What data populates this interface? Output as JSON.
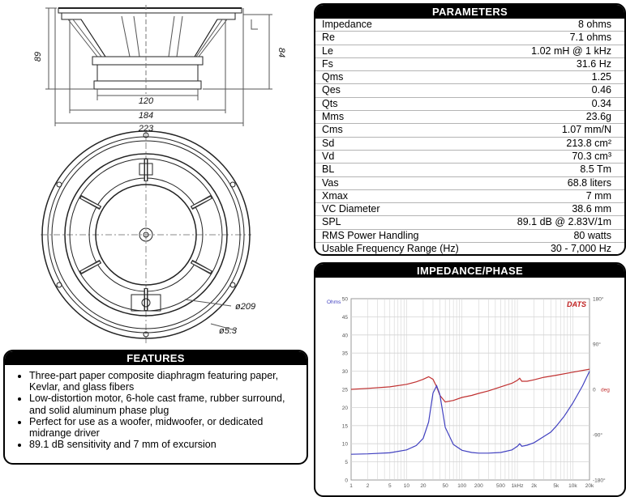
{
  "drawing": {
    "dims": {
      "d89": "89",
      "d84": "84",
      "d120": "120",
      "d184": "184",
      "d223": "223",
      "d209": "ø209",
      "d53": "ø5.3"
    }
  },
  "parameters": {
    "title": "PARAMETERS",
    "rows": [
      {
        "label": "Impedance",
        "value": "8 ohms"
      },
      {
        "label": "Re",
        "value": "7.1 ohms"
      },
      {
        "label": "Le",
        "value": "1.02 mH @ 1 kHz"
      },
      {
        "label": "Fs",
        "value": "31.6 Hz"
      },
      {
        "label": "Qms",
        "value": "1.25"
      },
      {
        "label": "Qes",
        "value": "0.46"
      },
      {
        "label": "Qts",
        "value": "0.34"
      },
      {
        "label": "Mms",
        "value": "23.6g"
      },
      {
        "label": "Cms",
        "value": "1.07 mm/N"
      },
      {
        "label": "Sd",
        "value": "213.8 cm²"
      },
      {
        "label": "Vd",
        "value": "70.3 cm³"
      },
      {
        "label": "BL",
        "value": "8.5 Tm"
      },
      {
        "label": "Vas",
        "value": "68.8 liters"
      },
      {
        "label": "Xmax",
        "value": "7 mm"
      },
      {
        "label": "VC Diameter",
        "value": "38.6 mm"
      },
      {
        "label": "SPL",
        "value": "89.1 dB @ 2.83V/1m"
      },
      {
        "label": "RMS Power Handling",
        "value": "80 watts"
      },
      {
        "label": "Usable Frequency Range (Hz)",
        "value": "30 - 7,000 Hz"
      }
    ]
  },
  "impedance": {
    "title": "IMPEDANCE/PHASE",
    "left_unit": "Ohms",
    "right_unit": "deg",
    "brand": "DATS",
    "left_ticks": [
      "50",
      "45",
      "40",
      "35",
      "30",
      "25",
      "20",
      "15",
      "10",
      "5",
      "0"
    ],
    "right_ticks": [
      "180°",
      "90°",
      "0",
      "-90°",
      "-180°"
    ],
    "x_ticks": [
      "1",
      "2",
      "5",
      "10",
      "20",
      "50",
      "100",
      "200",
      "500",
      "1kHz",
      "2k",
      "5k",
      "10k",
      "20k"
    ],
    "colors": {
      "impedance": "#4040c0",
      "phase": "#c03030",
      "grid": "#d4d4d4"
    }
  },
  "chart_data": {
    "type": "line",
    "title": "IMPEDANCE/PHASE",
    "x_scale": "log",
    "xlim": [
      1,
      20000
    ],
    "ylim": [
      0,
      50
    ],
    "y2lim": [
      -180,
      180
    ],
    "series": [
      {
        "name": "Ohms",
        "axis": "left",
        "x": [
          1,
          2,
          5,
          10,
          15,
          20,
          25,
          30,
          35,
          40,
          50,
          70,
          100,
          150,
          200,
          300,
          500,
          800,
          1000,
          1100,
          1200,
          1500,
          2000,
          3000,
          4000,
          5000,
          7000,
          10000,
          15000,
          20000
        ],
        "values": [
          7.1,
          7.2,
          7.5,
          8.3,
          9.5,
          11.5,
          16,
          24,
          26,
          23.5,
          14.5,
          9.8,
          8.2,
          7.6,
          7.4,
          7.4,
          7.6,
          8.3,
          9.3,
          10,
          9.3,
          9.6,
          10.3,
          12,
          13.2,
          14.8,
          17.6,
          21.2,
          26,
          30
        ]
      },
      {
        "name": "deg",
        "axis": "right",
        "x": [
          1,
          2,
          5,
          10,
          15,
          20,
          25,
          30,
          35,
          40,
          50,
          70,
          100,
          150,
          200,
          300,
          500,
          800,
          1000,
          1100,
          1200,
          1500,
          2000,
          3000,
          5000,
          10000,
          20000
        ],
        "values": [
          0,
          2,
          5,
          10,
          15,
          20,
          25,
          20,
          5,
          -12,
          -25,
          -22,
          -16,
          -12,
          -8,
          -3,
          5,
          12,
          18,
          22,
          16,
          16,
          19,
          24,
          28,
          34,
          40
        ]
      }
    ]
  },
  "features": {
    "title": "FEATURES",
    "items": [
      "Three-part paper composite diaphragm featuring paper, Kevlar, and glass fibers",
      "Low-distortion motor, 6-hole cast frame, rubber surround, and solid aluminum phase plug",
      "Perfect for use as a woofer, midwoofer, or dedicated midrange driver",
      "89.1 dB sensitivity and 7 mm of excursion"
    ]
  }
}
